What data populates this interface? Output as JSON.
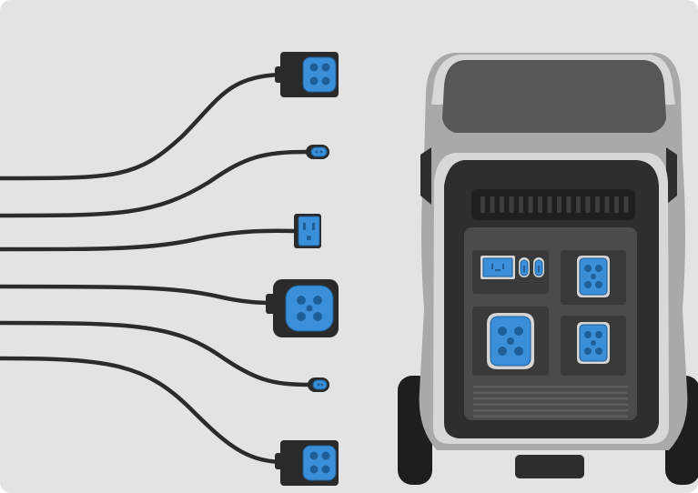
{
  "colors": {
    "background": "#e3e3e3",
    "cable": "#2b2b2b",
    "plug_body": "#2a2a2a",
    "socket_blue": "#3b8fd9",
    "socket_blue_dark": "#1f5f99",
    "socket_pin": "#1f5f99",
    "unit_shell": "#a9a9a9",
    "unit_shell_light": "#d8d8d8",
    "unit_top": "#575757",
    "unit_dark": "#2e2e2e",
    "panel": "#4b4b4b",
    "wheel": "#1e1e1e"
  },
  "cables": [
    {
      "name": "cable-1",
      "plug": "large-socket-plug"
    },
    {
      "name": "cable-2",
      "plug": "small-round-plug"
    },
    {
      "name": "cable-3",
      "plug": "rectangular-outlet-plug"
    },
    {
      "name": "cable-4",
      "plug": "large-socket-plug"
    },
    {
      "name": "cable-5",
      "plug": "small-round-plug"
    },
    {
      "name": "cable-6",
      "plug": "large-socket-plug"
    }
  ],
  "device": {
    "name": "portable-power-station",
    "ports": [
      "ac-outlet",
      "usb-port",
      "usb-port",
      "socket-port",
      "large-socket-port",
      "socket-port"
    ]
  }
}
